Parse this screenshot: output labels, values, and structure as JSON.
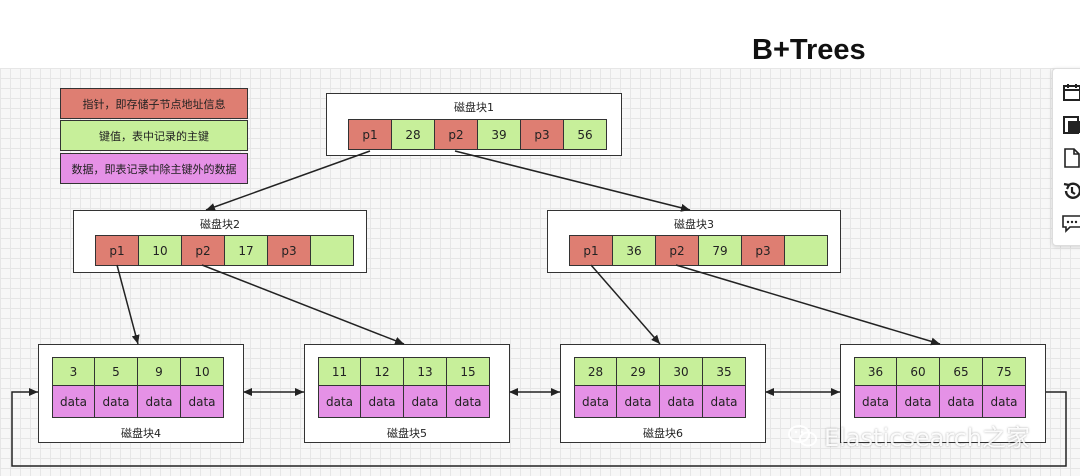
{
  "title": "B+Trees",
  "legend": {
    "pointer": "指针，即存储子节点地址信息",
    "key": "键值，表中记录的主键",
    "data": "数据，即表记录中除主键外的数据"
  },
  "root": {
    "label": "磁盘块1",
    "cells": [
      {
        "type": "pointer",
        "text": "p1"
      },
      {
        "type": "key",
        "text": "28"
      },
      {
        "type": "pointer",
        "text": "p2"
      },
      {
        "type": "key",
        "text": "39"
      },
      {
        "type": "pointer",
        "text": "p3"
      },
      {
        "type": "key",
        "text": "56"
      }
    ]
  },
  "internal": [
    {
      "label": "磁盘块2",
      "cells": [
        {
          "type": "pointer",
          "text": "p1"
        },
        {
          "type": "key",
          "text": "10"
        },
        {
          "type": "pointer",
          "text": "p2"
        },
        {
          "type": "key",
          "text": "17"
        },
        {
          "type": "pointer",
          "text": "p3"
        },
        {
          "type": "key",
          "text": ""
        }
      ]
    },
    {
      "label": "磁盘块3",
      "cells": [
        {
          "type": "pointer",
          "text": "p1"
        },
        {
          "type": "key",
          "text": "36"
        },
        {
          "type": "pointer",
          "text": "p2"
        },
        {
          "type": "key",
          "text": "79"
        },
        {
          "type": "pointer",
          "text": "p3"
        },
        {
          "type": "key",
          "text": ""
        }
      ]
    }
  ],
  "leaves": [
    {
      "label": "磁盘块4",
      "keys": [
        "3",
        "5",
        "9",
        "10"
      ],
      "data": [
        "data",
        "data",
        "data",
        "data"
      ]
    },
    {
      "label": "磁盘块5",
      "keys": [
        "11",
        "12",
        "13",
        "15"
      ],
      "data": [
        "data",
        "data",
        "data",
        "data"
      ]
    },
    {
      "label": "磁盘块6",
      "keys": [
        "28",
        "29",
        "30",
        "35"
      ],
      "data": [
        "data",
        "data",
        "data",
        "data"
      ]
    },
    {
      "label": "",
      "keys": [
        "36",
        "60",
        "65",
        "75"
      ],
      "data": [
        "data",
        "data",
        "data",
        "data"
      ]
    }
  ],
  "colors": {
    "pointer": "#de7e72",
    "key": "#c7ef9a",
    "data": "#e591e6"
  },
  "toolbar": [
    "calendar-icon",
    "copy-icon",
    "file-icon",
    "history-icon",
    "comment-icon"
  ],
  "watermark": "Elasticsearch之家"
}
